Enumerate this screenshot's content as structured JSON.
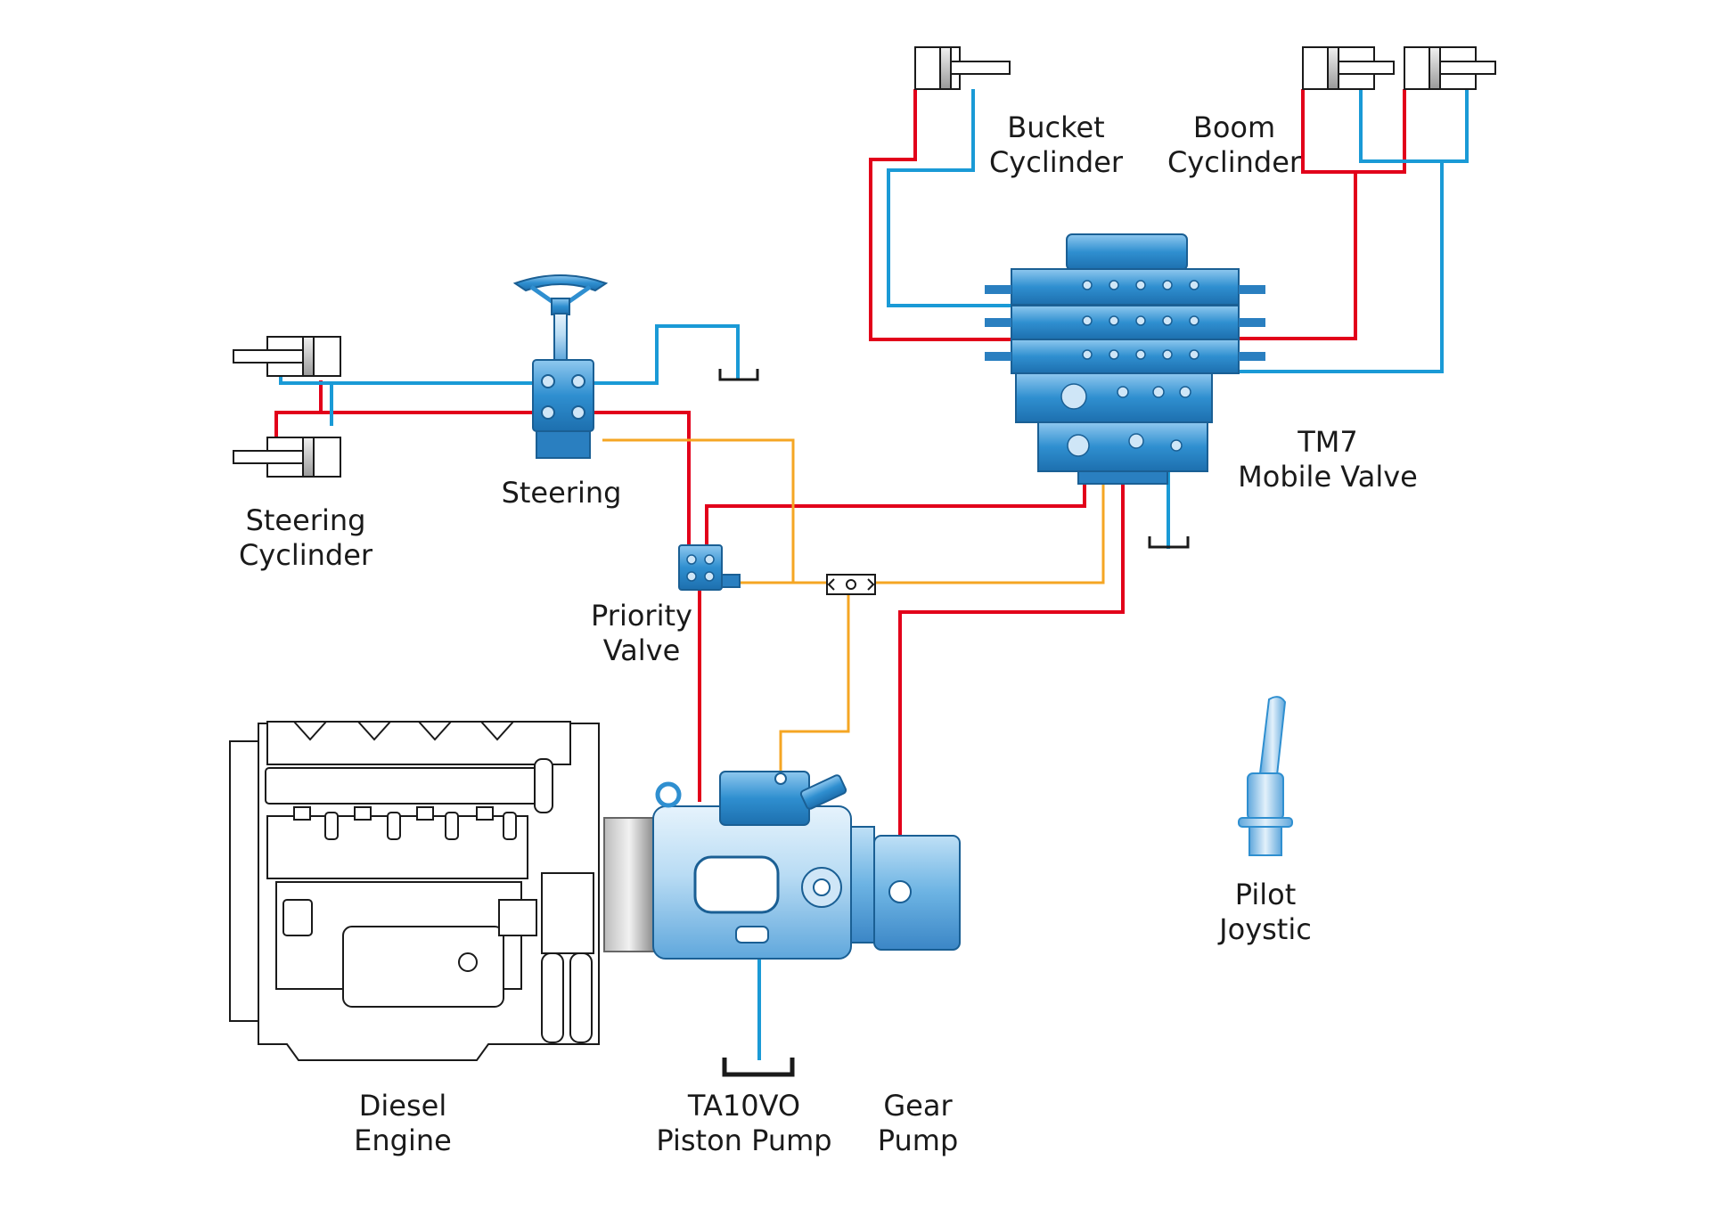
{
  "colors": {
    "pressure_line": "#e2001a",
    "return_line": "#1a9ad6",
    "pilot_line": "#f5a623",
    "component_blue": "#2f8fd0",
    "component_light": "#cfe6f7",
    "outline": "#1a1a1a"
  },
  "labels": {
    "bucket_cylinder": [
      "Bucket",
      "Cyclinder"
    ],
    "boom_cylinder": [
      "Boom",
      "Cyclinder"
    ],
    "steering_cylinder": [
      "Steering",
      "Cyclinder"
    ],
    "steering": [
      "Steering"
    ],
    "priority_valve": [
      "Priority",
      "Valve"
    ],
    "tm7_valve": [
      "TM7",
      "Mobile Valve"
    ],
    "pilot_joystick": [
      "Pilot",
      "Joystic"
    ],
    "diesel_engine": [
      "Diesel",
      "Engine"
    ],
    "piston_pump": [
      "TA10VO",
      "Piston Pump"
    ],
    "gear_pump": [
      "Gear",
      "Pump"
    ]
  },
  "icons": {
    "steering_wheel": "steering-wheel-icon",
    "tank": "tank-symbol-icon",
    "shuttle_valve": "shuttle-valve-icon",
    "joystick": "joystick-icon"
  }
}
